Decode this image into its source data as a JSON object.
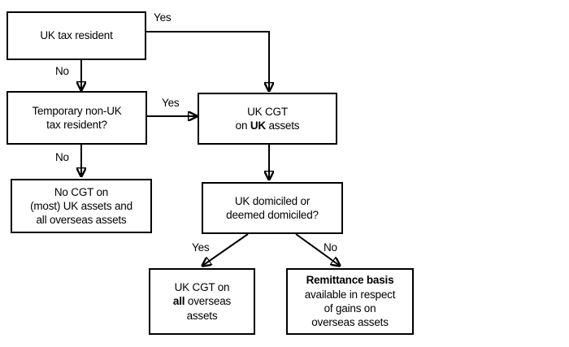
{
  "diagram": {
    "title": "UK Capital Gains Tax residence and domicile decision flowchart",
    "type": "flowchart",
    "colors": {
      "stroke": "#000000",
      "fill": "#ffffff",
      "text": "#000000"
    },
    "nodes": [
      {
        "id": "uk-tax-resident",
        "name": "uk-tax-resident-box",
        "line1": "UK tax resident",
        "line2": "",
        "line3": ""
      },
      {
        "id": "temporary-non-uk",
        "name": "temporary-non-uk-tax-resident-box",
        "line1": "Temporary non-UK",
        "line2": "tax resident?",
        "line3": ""
      },
      {
        "id": "no-cgt",
        "name": "no-cgt-box",
        "line1": "No CGT on",
        "line2": "(most) UK assets and",
        "line3": "all overseas assets"
      },
      {
        "id": "uk-cgt-uk-assets",
        "name": "uk-cgt-on-uk-assets-box",
        "line1": "UK CGT",
        "line2_prefix": "on ",
        "line2_bold": "UK",
        "line2_suffix": " assets"
      },
      {
        "id": "uk-domiciled",
        "name": "uk-domiciled-or-deemed-domiciled-box",
        "line1": "UK domiciled or",
        "line2": "deemed domiciled?"
      },
      {
        "id": "uk-cgt-all-overseas",
        "name": "uk-cgt-on-all-overseas-assets-box",
        "line1": "UK CGT on",
        "line2_bold": "all",
        "line2_suffix": " overseas",
        "line3": "assets"
      },
      {
        "id": "remittance-basis",
        "name": "remittance-basis-box",
        "line1_bold": "Remittance basis",
        "line2": "available in respect",
        "line3": "of gains on",
        "line4": "overseas assets"
      }
    ],
    "edges": [
      {
        "id": "e1",
        "from": "uk-tax-resident",
        "to": "uk-cgt-uk-assets",
        "label": "Yes"
      },
      {
        "id": "e2",
        "from": "uk-tax-resident",
        "to": "temporary-non-uk",
        "label": "No"
      },
      {
        "id": "e3",
        "from": "temporary-non-uk",
        "to": "uk-cgt-uk-assets",
        "label": "Yes"
      },
      {
        "id": "e4",
        "from": "temporary-non-uk",
        "to": "no-cgt",
        "label": "No"
      },
      {
        "id": "e5",
        "from": "uk-cgt-uk-assets",
        "to": "uk-domiciled",
        "label": ""
      },
      {
        "id": "e6",
        "from": "uk-domiciled",
        "to": "uk-cgt-all-overseas",
        "label": "Yes"
      },
      {
        "id": "e7",
        "from": "uk-domiciled",
        "to": "remittance-basis",
        "label": "No"
      }
    ],
    "labels": {
      "yes_top": "Yes",
      "no_left_upper": "No",
      "yes_middle": "Yes",
      "no_left_lower": "No",
      "yes_bottom": "Yes",
      "no_bottom": "No"
    }
  }
}
